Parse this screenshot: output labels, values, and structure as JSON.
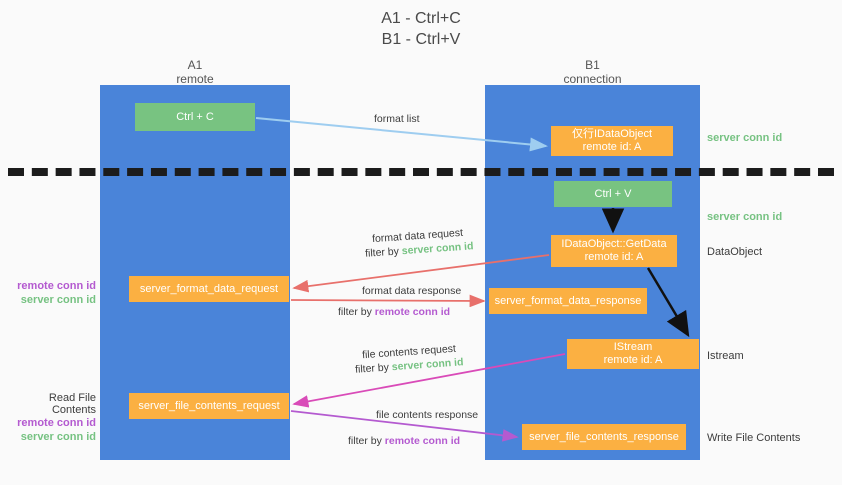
{
  "title": {
    "line1": "A1 - Ctrl+C",
    "line2": "B1 - Ctrl+V"
  },
  "columns": {
    "left": {
      "name": "A1",
      "role": "remote"
    },
    "right": {
      "name": "B1",
      "role": "connection"
    }
  },
  "boxes": {
    "ctrl_c": {
      "label": "Ctrl + C",
      "color": "#78c381"
    },
    "idataobject": {
      "line1": "仅行IDataObject",
      "line2": "remote id: A",
      "color": "#fbb042"
    },
    "ctrl_v": {
      "label": "Ctrl + V",
      "color": "#78c381"
    },
    "getdata": {
      "line1": "IDataObject::GetData",
      "line2": "remote id: A",
      "color": "#fbb042"
    },
    "format_data_request": {
      "label": "server_format_data_request",
      "color": "#fbb042"
    },
    "format_data_response": {
      "label": "server_format_data_response",
      "color": "#fbb042"
    },
    "istream": {
      "line1": "IStream",
      "line2": "remote id: A",
      "color": "#fbb042"
    },
    "file_contents_request": {
      "label": "server_file_contents_request",
      "color": "#fbb042"
    },
    "file_contents_response": {
      "label": "server_file_contents_response",
      "color": "#fbb042"
    }
  },
  "arrow_labels": {
    "format_list": "format list",
    "format_data_request": "format data request",
    "format_data_request_filter_prefix": "filter by ",
    "format_data_request_filter_value": "server conn id",
    "format_data_response": "format data response",
    "format_data_response_filter_prefix": "filter by ",
    "format_data_response_filter_value": "remote conn id",
    "file_contents_request": "file contents request",
    "file_contents_request_filter_prefix": "filter by ",
    "file_contents_request_filter_value": "server conn id",
    "file_contents_response": "file contents response",
    "file_contents_response_filter_prefix": "filter by ",
    "file_contents_response_filter_value": "remote conn id"
  },
  "side_labels": {
    "right_server_conn_id_top": "server conn id",
    "right_server_conn_id_mid": "server conn id",
    "right_dataobject": "DataObject",
    "right_istream": "Istream",
    "right_write_file_contents": "Write File Contents",
    "left_read_file_contents": "Read File Contents",
    "left_remote_conn_id_1": "remote conn id",
    "left_server_conn_id_1": "server conn id",
    "left_remote_conn_id_2": "remote conn id",
    "left_server_conn_id_2": "server conn id"
  },
  "colors": {
    "lane_blue": "#4a84d9",
    "green": "#78c381",
    "orange": "#fbb042",
    "green_text": "#76c282",
    "purple_text": "#b45ad0",
    "arrow_light_blue": "#9ecdf0",
    "arrow_red": "#e8706b",
    "arrow_magenta": "#d94bb8",
    "arrow_purple": "#b45ad0",
    "arrow_black": "#111111",
    "background": "#fafafa"
  }
}
